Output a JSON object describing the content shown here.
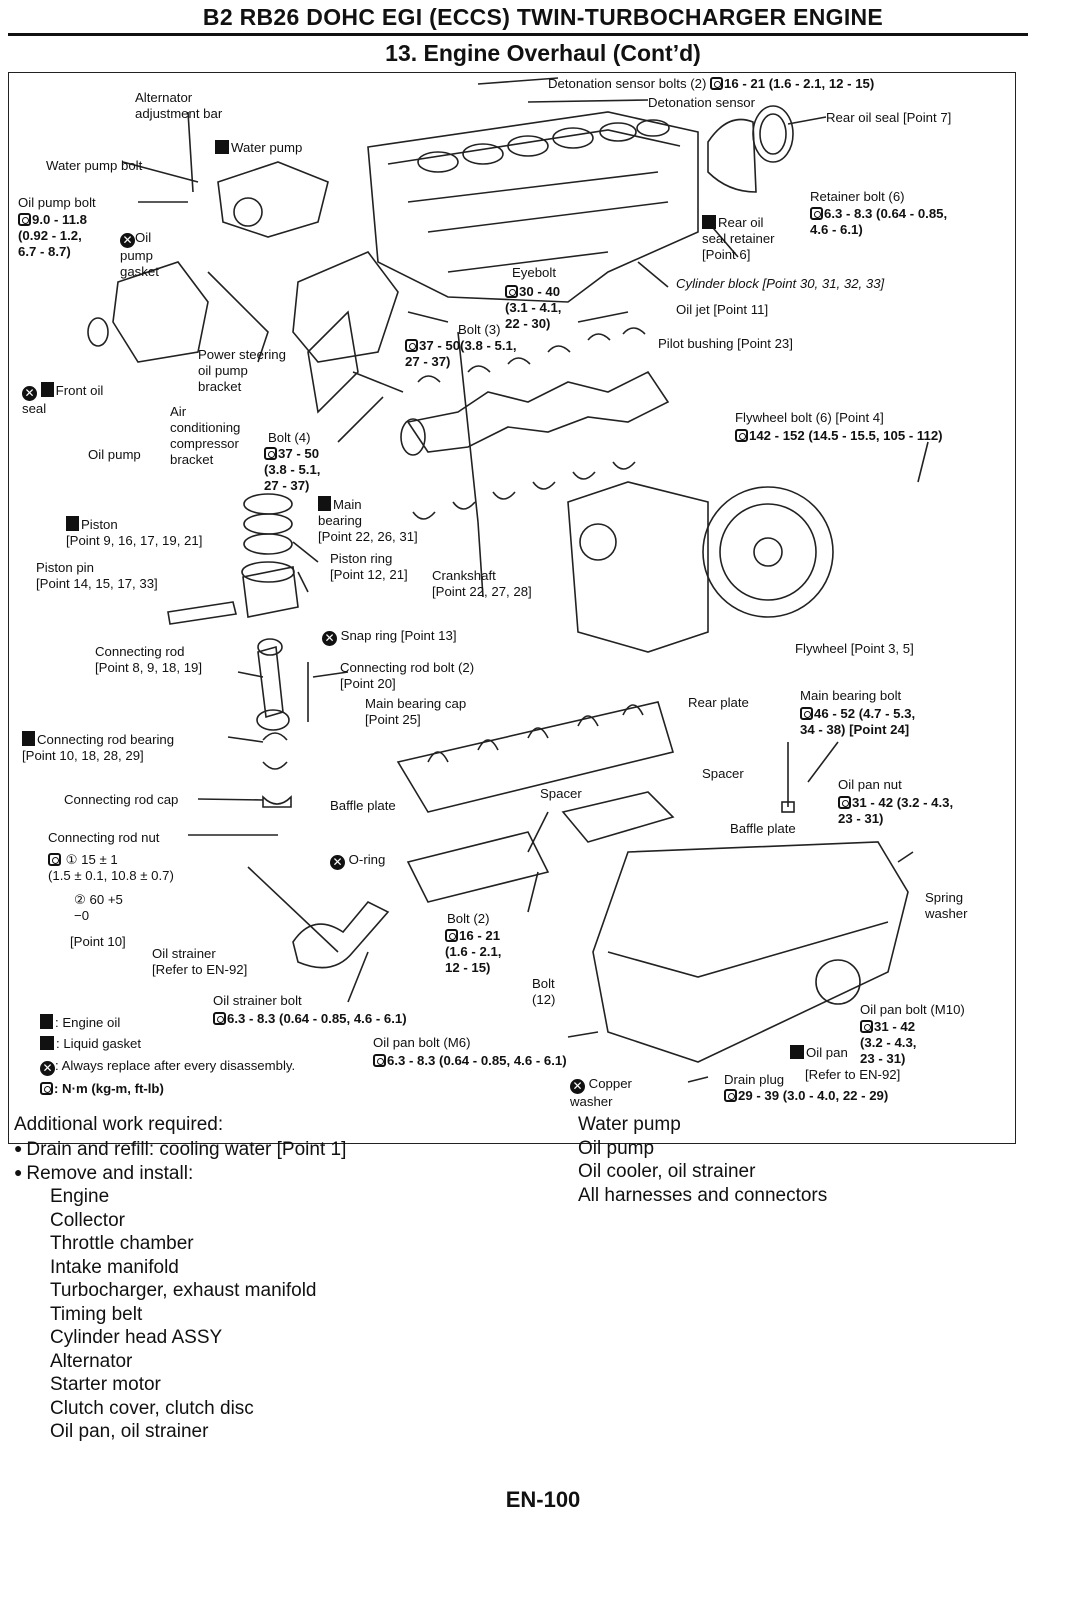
{
  "header": {
    "title": "B2 RB26 DOHC EGI (ECCS) TWIN-TURBOCHARGER ENGINE",
    "section": "13.   Engine Overhaul (Cont’d)"
  },
  "labels": {
    "det_bolts": "Detonation sensor bolts (2)",
    "det_bolts_tq": "16 - 21 (1.6 - 2.1, 12 - 15)",
    "det_sensor": "Detonation sensor",
    "alt_bar": "Alternator\nadjustment bar",
    "water_pump": "Water pump",
    "wp_bolt": "Water pump bolt",
    "rear_oil_seal": "Rear oil seal [Point 7]",
    "retainer_bolt": "Retainer bolt (6)",
    "retainer_tq": "6.3 - 8.3 (0.64 - 0.85,\n4.6 - 6.1)",
    "op_bolt": "Oil pump bolt",
    "op_bolt_tq": "9.0 - 11.8\n(0.92 - 1.2,\n6.7 - 8.7)",
    "oil_pump_gasket": "Oil\npump\ngasket",
    "rear_seal_retainer": "Rear oil\nseal retainer\n[Point 6]",
    "eyebolt": "Eyebolt",
    "eyebolt_tq": "30 - 40\n(3.1 - 4.1,\n22 - 30)",
    "cyl_block": "Cylinder block [Point 30, 31, 32, 33]",
    "oil_jet": "Oil jet [Point 11]",
    "bolt3": "Bolt (3)",
    "bolt3_tq": "37 - 50(3.8 - 5.1,\n27 - 37)",
    "ps_bracket": "Power steering\noil pump\nbracket",
    "pilot_bushing": "Pilot bushing [Point 23]",
    "front_oil_seal": "Front oil\nseal",
    "air_cond": "Air\nconditioning\ncompressor\nbracket",
    "bolt4": "Bolt (4)",
    "bolt4_tq": "37 - 50\n(3.8 - 5.1,\n27 - 37)",
    "oil_pump": "Oil pump",
    "fw_bolt": "Flywheel bolt (6) [Point 4]",
    "fw_bolt_tq": "142 - 152 (14.5 - 15.5, 105 - 112)",
    "main_bearing": "Main\nbearing\n[Point 22, 26, 31]",
    "piston": "Piston\n[Point 9, 16, 17, 19, 21]",
    "piston_ring": "Piston ring\n[Point 12, 21]",
    "piston_pin": "Piston pin\n[Point 14, 15, 17, 33]",
    "crankshaft": "Crankshaft\n[Point 22, 27, 28]",
    "snap_ring": "Snap ring [Point 13]",
    "conrod": "Connecting rod\n[Point 8, 9, 18, 19]",
    "conrod_bolt": "Connecting rod bolt (2)\n[Point 20]",
    "flywheel": "Flywheel [Point 3, 5]",
    "main_cap": "Main bearing cap\n[Point 25]",
    "rear_plate": "Rear plate",
    "main_bolt": "Main bearing bolt",
    "main_bolt_tq": "46 - 52 (4.7 - 5.3,\n34 - 38) [Point 24]",
    "conrod_bearing": "Connecting rod bearing\n[Point 10, 18, 28, 29]",
    "spacer1": "Spacer",
    "spacer2": "Spacer",
    "oil_pan_nut": "Oil pan nut",
    "oil_pan_nut_tq": "31 - 42 (3.2 - 4.3,\n23 - 31)",
    "conrod_cap": "Connecting rod cap",
    "baffle1": "Baffle plate",
    "baffle2": "Baffle plate",
    "conrod_nut": "Connecting rod nut",
    "nut_step1": "① 15 ± 1\n(1.5 ± 0.1, 10.8 ± 0.7)",
    "nut_step2": "② 60 +5\n−0",
    "point10": "[Point 10]",
    "oring": "O-ring",
    "spring_washer": "Spring\nwasher",
    "oil_strainer": "Oil strainer\n[Refer to EN-92]",
    "bolt2": "Bolt (2)",
    "bolt2_tq": "16 - 21\n(1.6 - 2.1,\n12 - 15)",
    "bolt12": "Bolt\n(12)",
    "strainer_bolt": "Oil strainer bolt",
    "strainer_bolt_tq": "6.3 - 8.3 (0.64 - 0.85, 4.6 - 6.1)",
    "pan_bolt_m10": "Oil pan bolt (M10)",
    "pan_bolt_m10_tq": "31 - 42\n(3.2 - 4.3,\n23 - 31)",
    "pan_bolt_m6": "Oil pan bolt (M6)",
    "pan_bolt_m6_tq": "6.3 - 8.3 (0.64 - 0.85, 4.6 - 6.1)",
    "oil_pan": "Oil pan",
    "drain_plug": "Drain plug",
    "drain_ref": "[Refer to EN-92]",
    "drain_tq": "29 - 39 (3.0 - 4.0, 22 - 29)",
    "copper_washer": "Copper\nwasher"
  },
  "legend": {
    "engine_oil": ": Engine oil",
    "liquid_gasket": ": Liquid gasket",
    "always_replace": ": Always replace after every disassembly.",
    "torque_units": ": N·m (kg-m, ft-lb)"
  },
  "notes": {
    "heading": "Additional work required:",
    "drain": "Drain and refill: cooling water [Point 1]",
    "remove": "Remove and install:",
    "left_items": [
      "Engine",
      "Collector",
      "Throttle chamber",
      "Intake manifold",
      "Turbocharger, exhaust manifold",
      "Timing belt",
      "Cylinder head ASSY",
      "Alternator",
      "Starter motor",
      "Clutch cover, clutch disc",
      "Oil pan, oil strainer"
    ],
    "right_items": [
      "Water pump",
      "Oil pump",
      "Oil cooler, oil strainer",
      "All harnesses and connectors"
    ]
  },
  "footer": {
    "page": "EN-100"
  }
}
